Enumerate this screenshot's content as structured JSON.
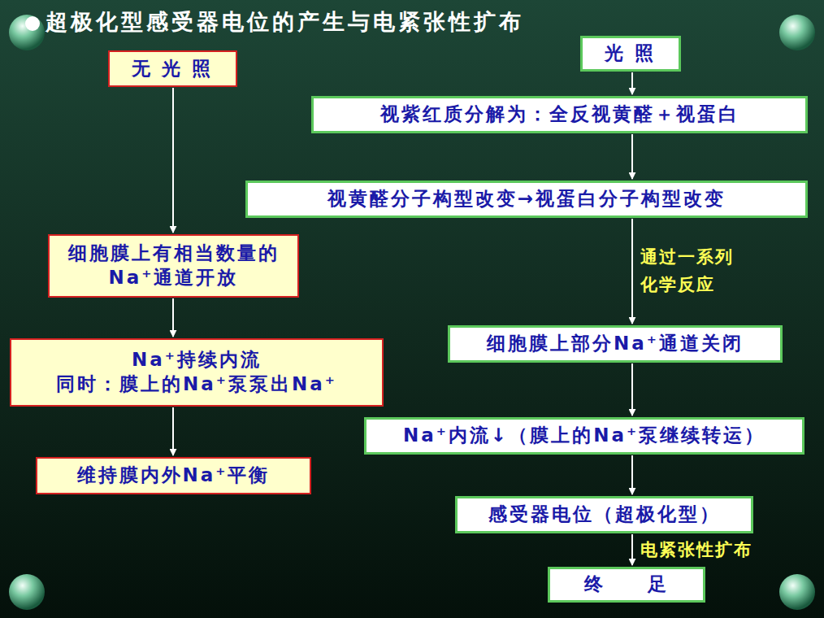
{
  "diagram": {
    "title": "超极化型感受器电位的产生与电紧张性扩布",
    "nodes": [
      {
        "text": [
          "无 光 照"
        ]
      },
      {
        "text": [
          "细胞膜上有相当数量的Na⁺通道开放"
        ]
      },
      {
        "text": [
          "Na⁺持续内流",
          "同时：膜上的Na⁺泵泵出Na⁺"
        ]
      },
      {
        "text": [
          "维持膜内外Na⁺平衡"
        ]
      },
      {
        "text": [
          "光 照"
        ]
      },
      {
        "text": [
          "视紫红质分解为：全反视黄醛＋视蛋白"
        ]
      },
      {
        "text": [
          "视黄醛分子构型改变→视蛋白分子构型改变"
        ]
      },
      {
        "text": [
          "细胞膜上部分Na⁺通道关闭"
        ]
      },
      {
        "text": [
          "Na⁺内流↓（膜上的Na⁺泵继续转运）"
        ]
      },
      {
        "text": [
          "感受器电位（超极化型）"
        ]
      },
      {
        "text": [
          "终　　足"
        ]
      }
    ],
    "edges": [
      {
        "from": 0,
        "to": 1,
        "arrow": "to"
      },
      {
        "from": 1,
        "to": 2,
        "arrow": "to"
      },
      {
        "from": 2,
        "to": 3,
        "arrow": "to"
      },
      {
        "from": 4,
        "to": 5,
        "arrow": "to"
      },
      {
        "from": 5,
        "to": 6,
        "arrow": "to"
      },
      {
        "from": 6,
        "to": 7,
        "arrow": "to",
        "label": "通过一系列 化学反应"
      },
      {
        "from": 7,
        "to": 8,
        "arrow": "to"
      },
      {
        "from": 8,
        "to": 9,
        "arrow": "to"
      },
      {
        "from": 9,
        "to": 10,
        "arrow": "to",
        "label": "电紧张性扩布"
      }
    ]
  }
}
